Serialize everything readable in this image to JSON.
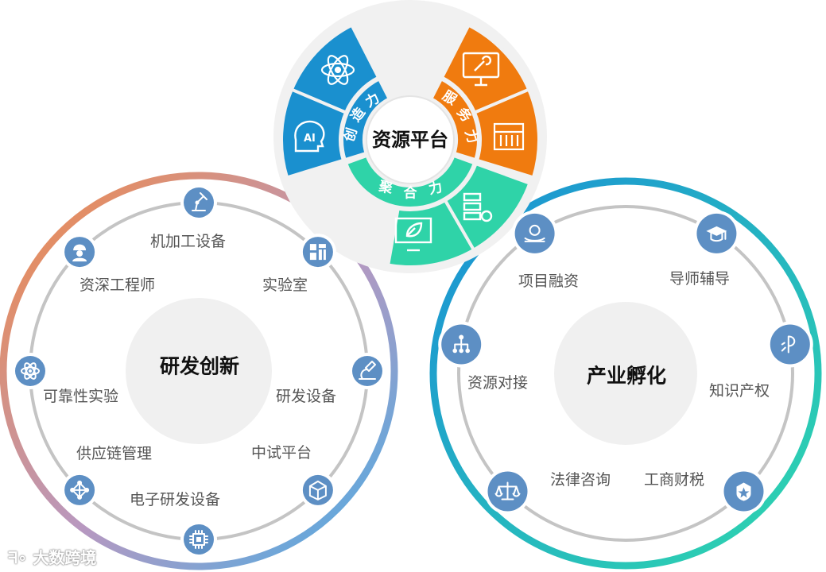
{
  "top_hub": {
    "title": "资源平台",
    "segments": [
      {
        "name": "创造力",
        "color": "#1a90cf"
      },
      {
        "name": "服务力",
        "color": "#f07b0f"
      },
      {
        "name": "聚合力",
        "color": "#2fd3a8"
      }
    ]
  },
  "left_circle": {
    "title": "研发创新",
    "items": [
      {
        "label": "机加工设备",
        "icon": "robot-arm-icon"
      },
      {
        "label": "实验室",
        "icon": "grid-blocks-icon"
      },
      {
        "label": "研发设备",
        "icon": "microscope-icon"
      },
      {
        "label": "中试平台",
        "icon": "cube-icon"
      },
      {
        "label": "电子研发设备",
        "icon": "chip-icon"
      },
      {
        "label": "供应链管理",
        "icon": "network-nodes-icon"
      },
      {
        "label": "可靠性实验",
        "icon": "atom-icon"
      },
      {
        "label": "资深工程师",
        "icon": "engineer-icon"
      }
    ]
  },
  "right_circle": {
    "title": "产业孵化",
    "items": [
      {
        "label": "项目融资",
        "icon": "hand-coin-icon"
      },
      {
        "label": "导师辅导",
        "icon": "graduation-cap-icon"
      },
      {
        "label": "知识产权",
        "icon": "ip-badge-icon"
      },
      {
        "label": "工商财税",
        "icon": "police-badge-icon"
      },
      {
        "label": "法律咨询",
        "icon": "scales-icon"
      },
      {
        "label": "资源对接",
        "icon": "org-chart-icon"
      }
    ]
  },
  "watermark": "大数跨境",
  "colors": {
    "node_blue": "#5d8fc4",
    "track_gray": "#c4c4c4",
    "inner_gray": "#f0f0f0",
    "left_ring_start": "#f0874a",
    "left_ring_end": "#4aa9e3",
    "right_ring_start": "#1b9ad6",
    "right_ring_end": "#2ed3b0"
  }
}
